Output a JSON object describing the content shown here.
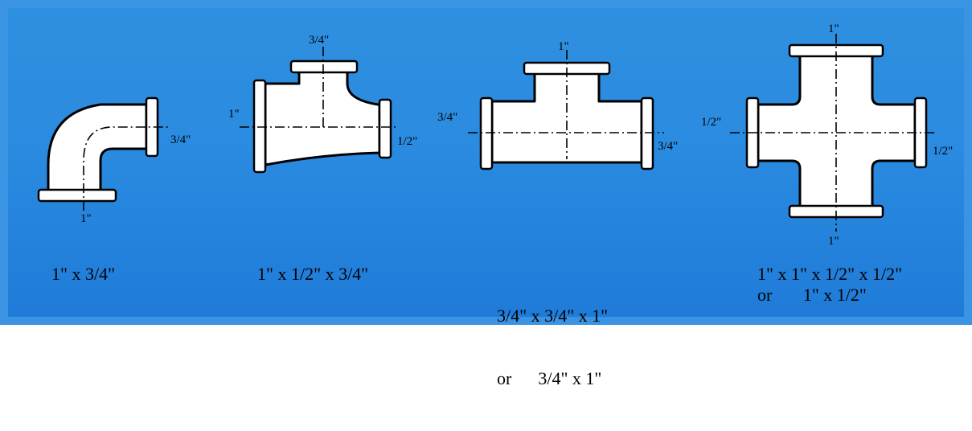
{
  "fittings": [
    {
      "id": "elbow",
      "labels": {
        "right": "3/4\"",
        "bottom": "1\""
      },
      "caption_lines": [
        "1\" x 3/4\""
      ]
    },
    {
      "id": "reducing-tee",
      "labels": {
        "top": "3/4\"",
        "left": "1\"",
        "right": "1/2\""
      },
      "caption_lines": [
        "1\" x 1/2\" x 3/4\""
      ]
    },
    {
      "id": "tee",
      "labels": {
        "top": "1\"",
        "left": "3/4\"",
        "right": "3/4\""
      },
      "caption_lines": [
        "3/4\" x 3/4\" x 1\"",
        "or      3/4\" x 1\""
      ]
    },
    {
      "id": "cross",
      "labels": {
        "top": "1\"",
        "left": "1/2\"",
        "right": "1/2\"",
        "bottom": "1\""
      },
      "caption_lines": [
        "1\" x 1\" x 1/2\" x 1/2\"",
        "or       1\" x 1/2\""
      ]
    }
  ]
}
